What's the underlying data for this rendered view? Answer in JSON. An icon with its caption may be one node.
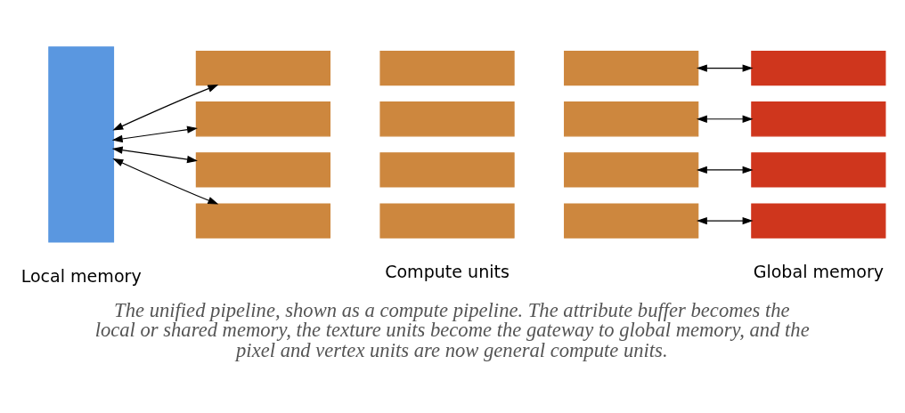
{
  "diagram": {
    "caption": "The unified pipeline, shown as a compute pipeline. The attribute buffer becomes the local or shared memory, the texture units become the gateway to global memory, and the pixel and vertex units are now general compute units.",
    "nodes": [
      {
        "text": [],
        "shape": "box"
      },
      {
        "text": [],
        "shape": "box"
      },
      {
        "text": [],
        "shape": "box"
      },
      {
        "text": [],
        "shape": "box"
      },
      {
        "text": [],
        "shape": "box"
      },
      {
        "text": [],
        "shape": "box"
      },
      {
        "text": [],
        "shape": "box"
      },
      {
        "text": [],
        "shape": "box"
      },
      {
        "text": [],
        "shape": "box"
      },
      {
        "text": [],
        "shape": "box"
      },
      {
        "text": [],
        "shape": "box"
      },
      {
        "text": [],
        "shape": "box"
      },
      {
        "text": [],
        "shape": "box"
      },
      {
        "text": [],
        "shape": "box"
      },
      {
        "text": [],
        "shape": "box"
      },
      {
        "text": [],
        "shape": "box"
      },
      {
        "text": [],
        "shape": "box"
      }
    ],
    "edges": [
      {
        "from": 0,
        "to": 1,
        "arrow": "both"
      },
      {
        "from": 3,
        "to": 4,
        "arrow": "both"
      },
      {
        "from": 0,
        "to": 5,
        "arrow": "both"
      },
      {
        "from": 7,
        "to": 8,
        "arrow": "both"
      },
      {
        "from": 0,
        "to": 9,
        "arrow": "both"
      },
      {
        "from": 11,
        "to": 12,
        "arrow": "both"
      },
      {
        "from": 0,
        "to": 13,
        "arrow": "both"
      },
      {
        "from": 15,
        "to": 16,
        "arrow": "both"
      }
    ],
    "labels": [
      "Local memory",
      "Compute units",
      "Global memory"
    ]
  }
}
